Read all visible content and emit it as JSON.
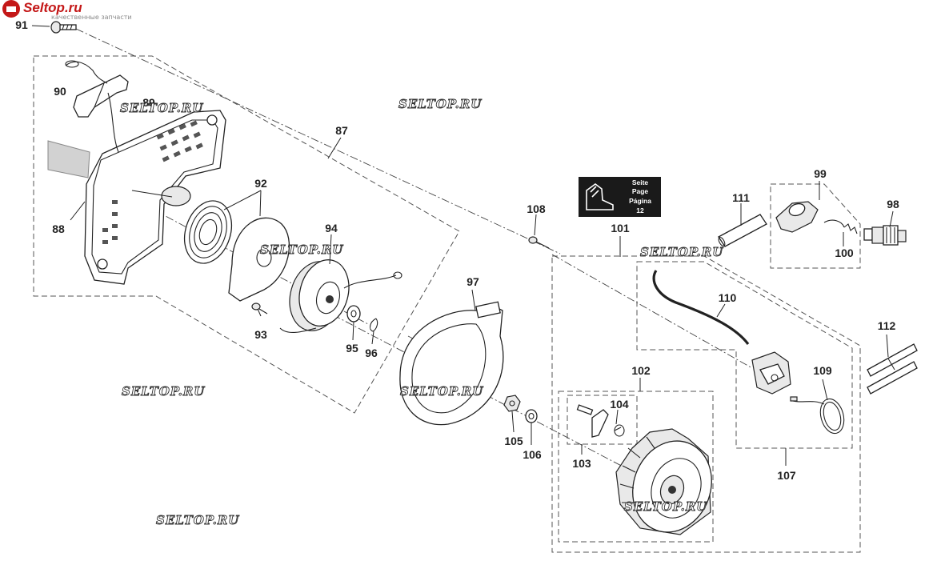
{
  "brand": {
    "name": "Seltop.ru",
    "tagline": "качественные запчасти"
  },
  "watermark": "SELTOP.RU",
  "page_ref": {
    "lines": [
      "Seite",
      "Page",
      "Página",
      "12"
    ]
  },
  "callouts": [
    "87",
    "88",
    "89",
    "90",
    "91",
    "92",
    "93",
    "94",
    "95",
    "96",
    "97",
    "98",
    "99",
    "100",
    "101",
    "102",
    "103",
    "104",
    "105",
    "106",
    "107",
    "108",
    "109",
    "110",
    "111",
    "112"
  ],
  "colors": {
    "brand_red": "#c41818",
    "line": "#222222"
  }
}
